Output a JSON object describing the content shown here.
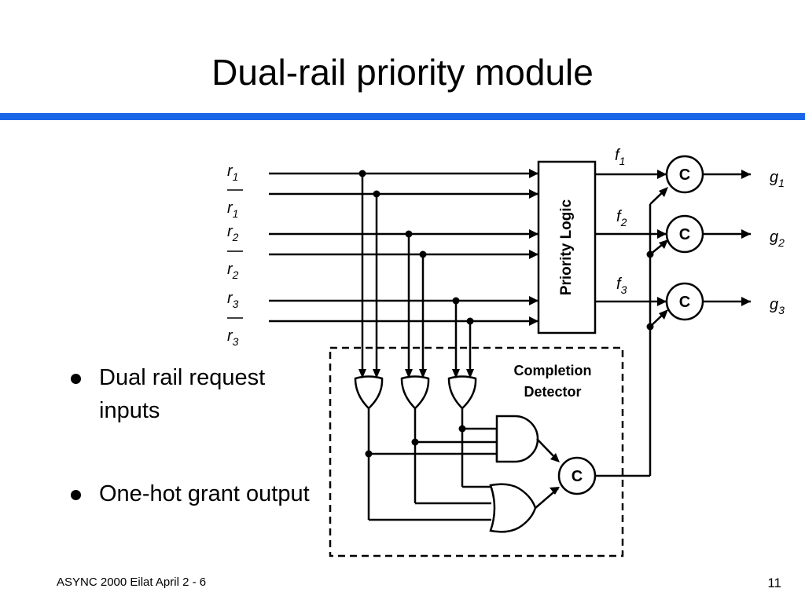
{
  "slide": {
    "title": "Dual-rail priority module",
    "accent_color": "#1a66e8",
    "footer_left": "ASYNC 2000 Eilat April 2 - 6",
    "page_number": "11"
  },
  "bullets": [
    {
      "text": "Dual rail request inputs"
    },
    {
      "text": "One-hot grant output"
    }
  ],
  "diagram": {
    "inputs": [
      {
        "base": "r",
        "sub": "1",
        "negated": false
      },
      {
        "base": "r",
        "sub": "1",
        "negated": true
      },
      {
        "base": "r",
        "sub": "2",
        "negated": false
      },
      {
        "base": "r",
        "sub": "2",
        "negated": true
      },
      {
        "base": "r",
        "sub": "3",
        "negated": false
      },
      {
        "base": "r",
        "sub": "3",
        "negated": true
      }
    ],
    "priority_logic_label": "Priority Logic",
    "f_signals": [
      {
        "base": "f",
        "sub": "1"
      },
      {
        "base": "f",
        "sub": "2"
      },
      {
        "base": "f",
        "sub": "3"
      }
    ],
    "c_element_label": "C",
    "outputs": [
      {
        "base": "g",
        "sub": "1"
      },
      {
        "base": "g",
        "sub": "2"
      },
      {
        "base": "g",
        "sub": "3"
      }
    ],
    "completion_detector_label": [
      "Completion",
      "Detector"
    ]
  }
}
